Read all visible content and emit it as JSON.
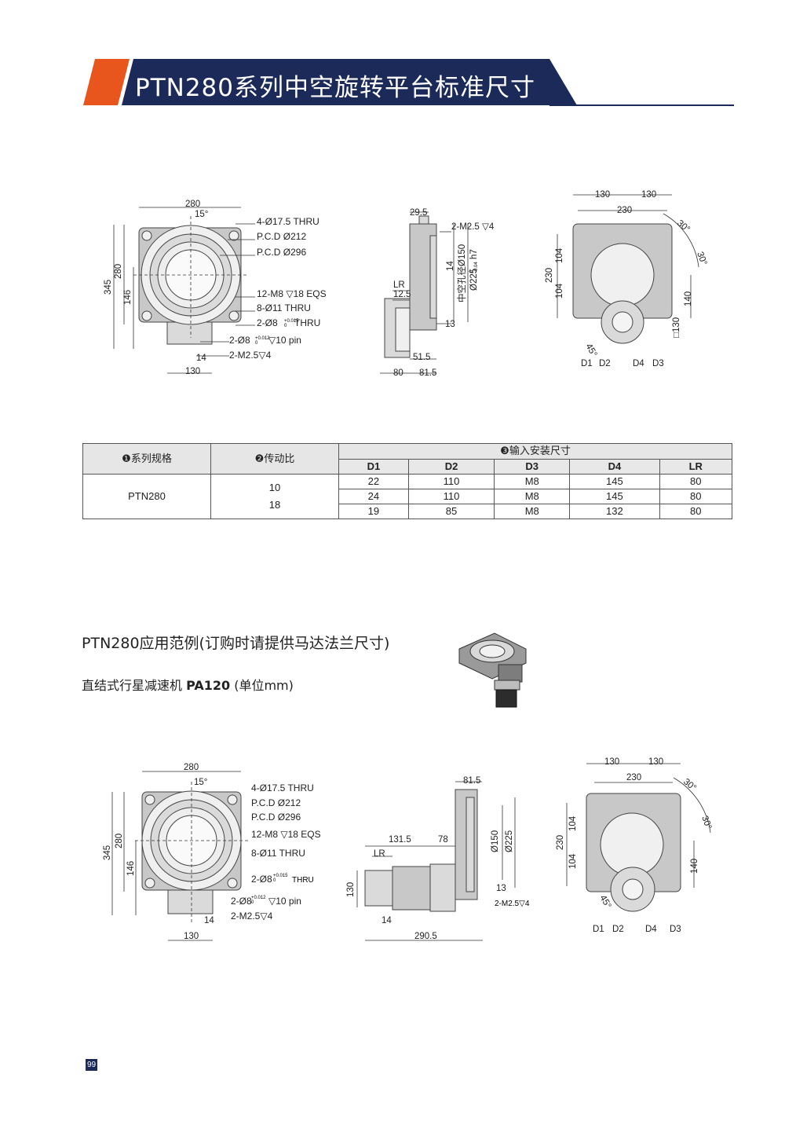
{
  "header": {
    "title": "PTN280系列中空旋转平台标准尺寸",
    "colors": {
      "accent": "#e8561e",
      "navy": "#1c2a5a"
    }
  },
  "drawings_top": {
    "front": {
      "dims": [
        "280",
        "15°",
        "345",
        "280",
        "146",
        "14",
        "130"
      ],
      "callouts": [
        "4-Ø17.5 THRU",
        "P.C.D Ø212",
        "P.C.D Ø296",
        "12-M8 ▽18 EQS",
        "8-Ø11 THRU",
        "2-Ø8",
        "THRU",
        "2-Ø8",
        "▽10 pin",
        "2-M2.5▽4"
      ],
      "tol": [
        "+0.015",
        "0",
        "+0.012",
        "0"
      ]
    },
    "side": {
      "dims": [
        "29.5",
        "2-M2.5 ▽4",
        "LR",
        "12.5",
        "14",
        "中空孔径Ø150",
        "Ø225",
        "h7",
        "13",
        "51.5",
        "80",
        "81.5"
      ],
      "tol": [
        "0",
        "-0.04"
      ]
    },
    "rear": {
      "dims": [
        "130",
        "130",
        "230",
        "30°",
        "30°",
        "104",
        "230",
        "104",
        "140",
        "□130",
        "45°",
        "D1",
        "D2",
        "D4",
        "D3"
      ]
    }
  },
  "table": {
    "headers": {
      "series": "❶系列规格",
      "ratio": "❷传动比",
      "input": "❸输入安装尺寸"
    },
    "sub_headers": [
      "D1",
      "D2",
      "D3",
      "D4",
      "LR"
    ],
    "model": "PTN280",
    "ratios": [
      "10",
      "18"
    ],
    "rows": [
      [
        "22",
        "110",
        "M8",
        "145",
        "80"
      ],
      [
        "24",
        "110",
        "M8",
        "145",
        "80"
      ],
      [
        "19",
        "85",
        "M8",
        "132",
        "80"
      ]
    ]
  },
  "application": {
    "title": "PTN280应用范例(订购时请提供马达法兰尺寸)",
    "subtitle_prefix": "直结式行星减速机 ",
    "subtitle_model": "PA120",
    "subtitle_suffix": " (单位mm)"
  },
  "drawings_bottom": {
    "front": {
      "dims": [
        "280",
        "15°",
        "345",
        "280",
        "146",
        "14",
        "130"
      ],
      "callouts": [
        "4-Ø17.5 THRU",
        "P.C.D Ø212",
        "P.C.D Ø296",
        "12-M8 ▽18 EQS",
        "8-Ø11 THRU",
        "2-Ø8",
        "THRU",
        "2-Ø8",
        "▽10 pin",
        "2-M2.5▽4"
      ],
      "tol": [
        "+0.015",
        "0",
        "+0.012",
        "0"
      ]
    },
    "side": {
      "dims": [
        "81.5",
        "131.5",
        "78",
        "LR",
        "Ø150",
        "Ø225",
        "130",
        "14",
        "13",
        "2-M2.5▽4",
        "290.5"
      ]
    },
    "rear": {
      "dims": [
        "130",
        "130",
        "230",
        "30°",
        "30°",
        "104",
        "230",
        "104",
        "140",
        "45°",
        "D1",
        "D2",
        "D4",
        "D3"
      ]
    }
  },
  "page_number": "99"
}
